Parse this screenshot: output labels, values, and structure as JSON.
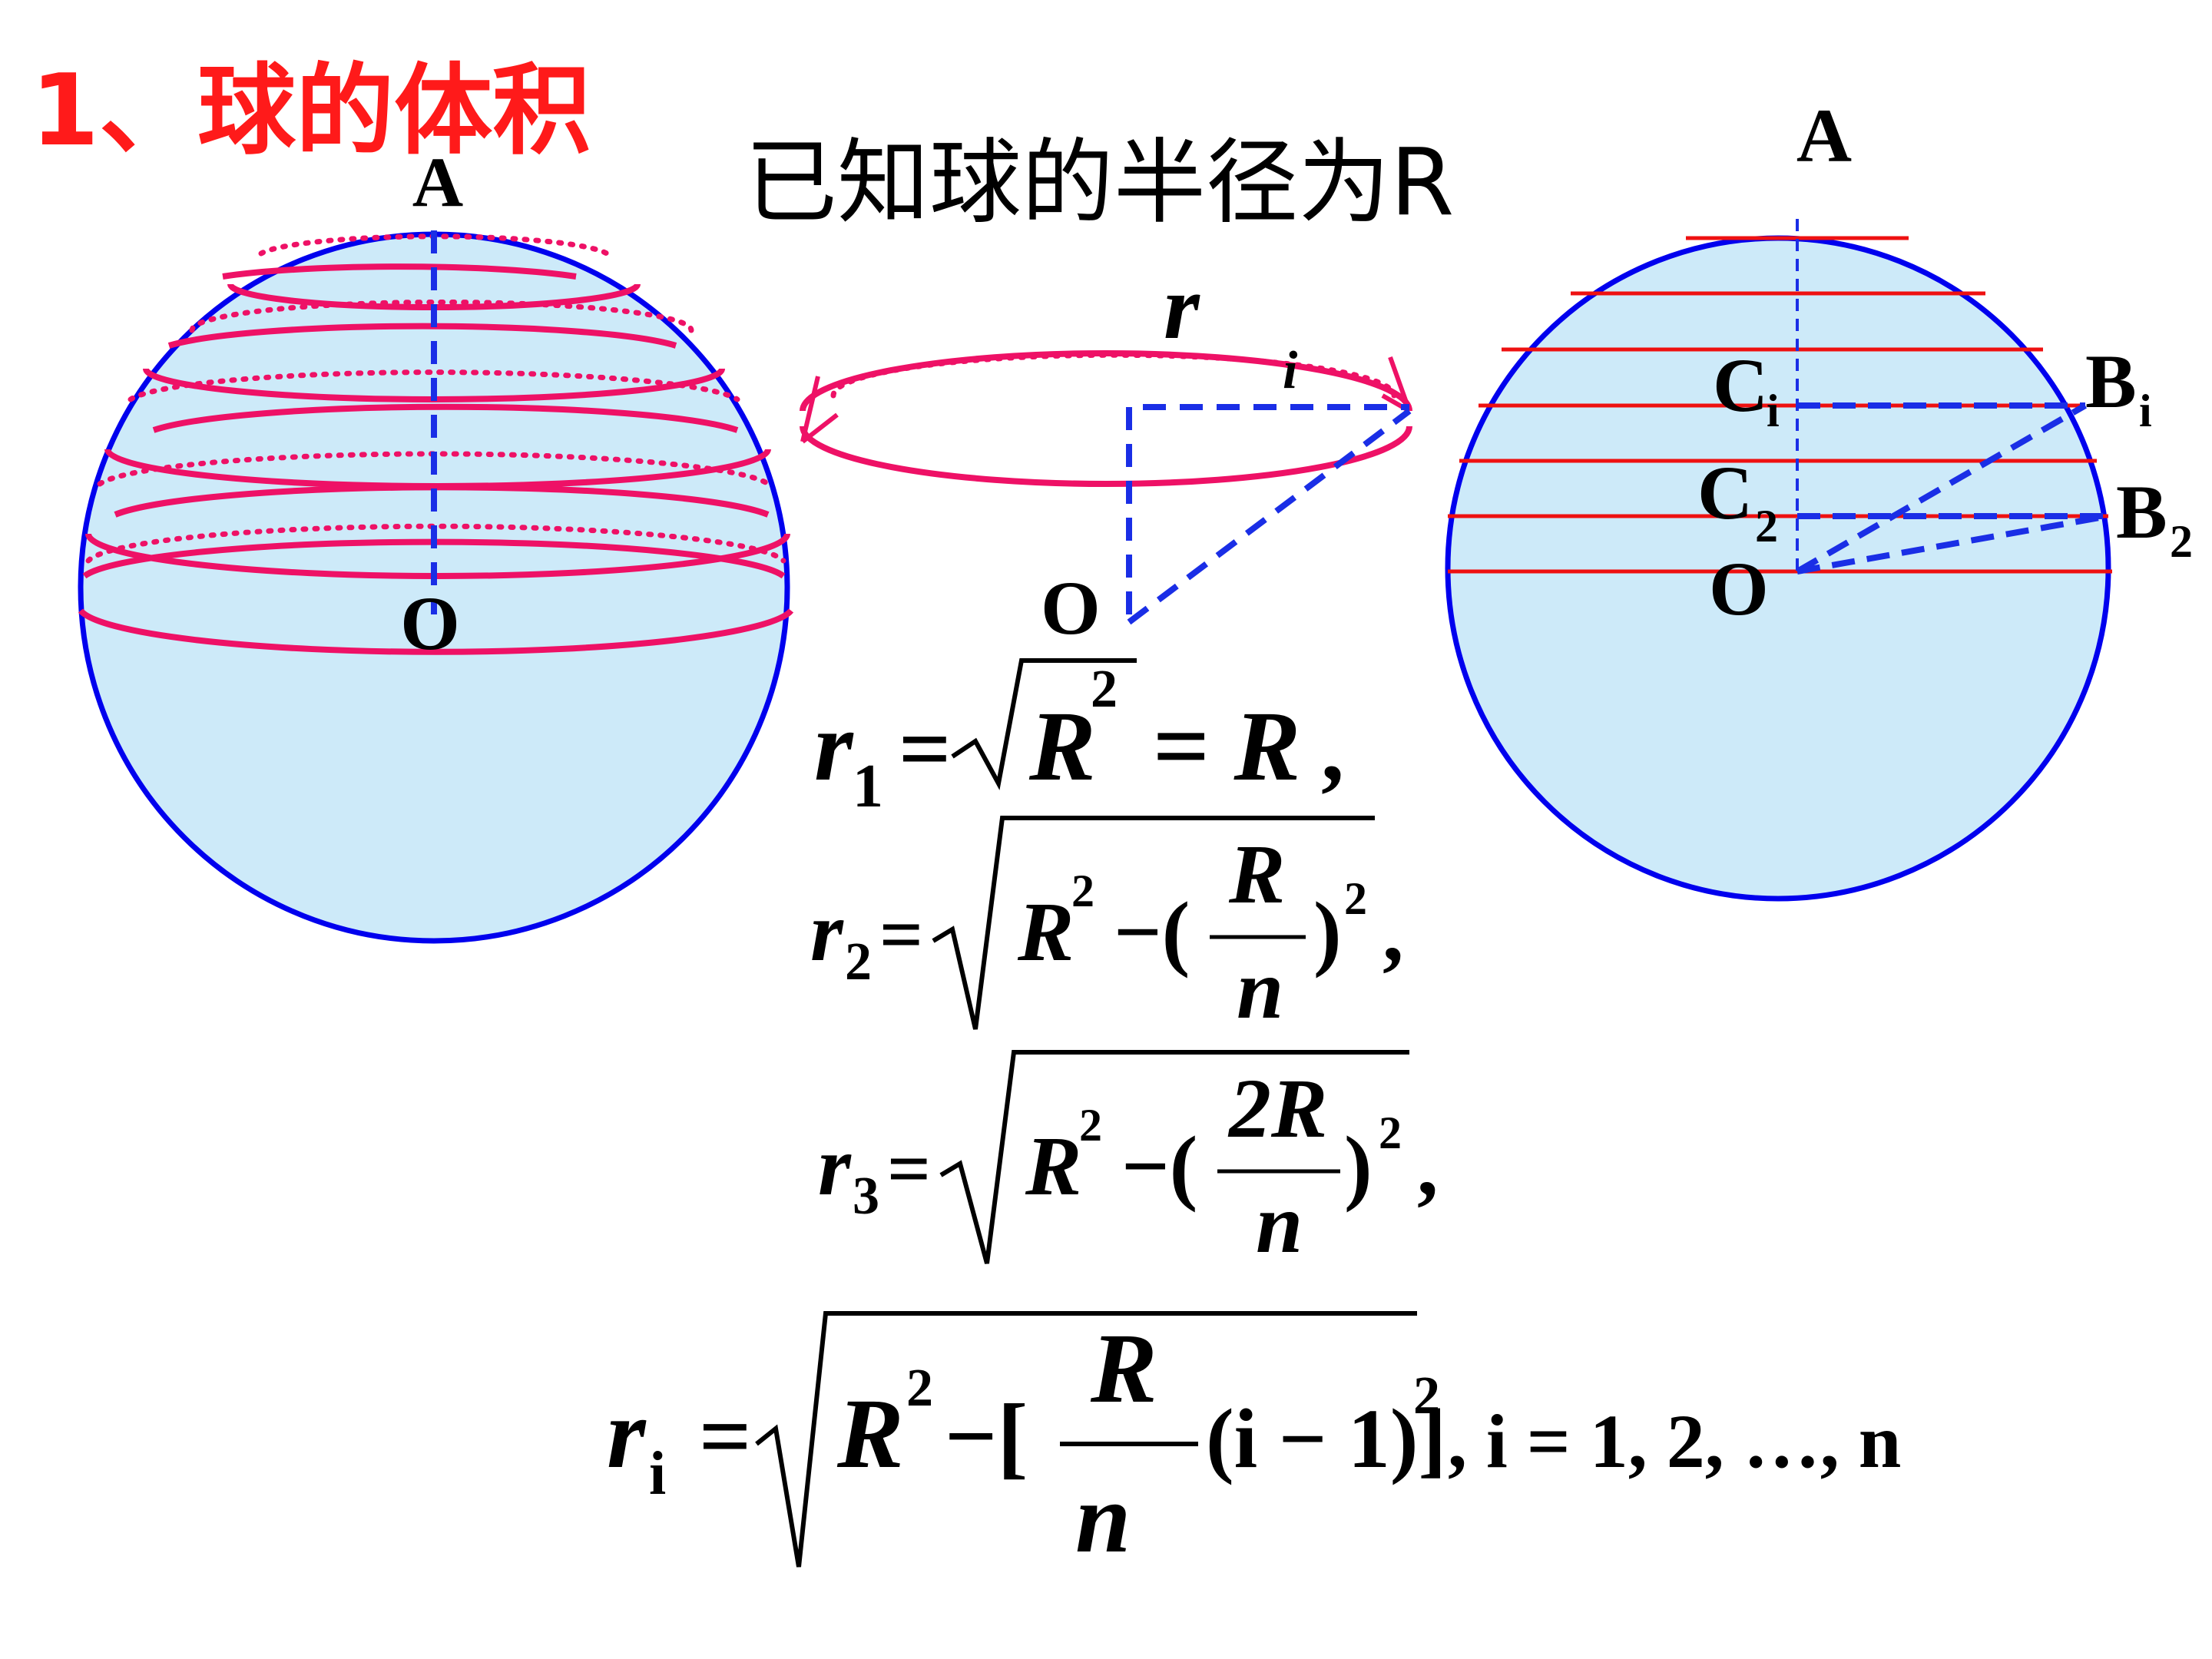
{
  "slide": {
    "title": "1、球的体积",
    "subtitle": "已知球的半径为R"
  },
  "left_sphere": {
    "label_top": "A",
    "label_center": "O"
  },
  "middle_ring": {
    "label_radius": "r",
    "label_radius_sub": "i",
    "label_center": "O"
  },
  "right_sphere": {
    "label_top": "A",
    "label_c1": "C",
    "label_c1_sub": "i",
    "label_c2": "C",
    "label_c2_sub": "2",
    "label_b1": "B",
    "label_b1_sub": "i",
    "label_b2": "B",
    "label_b2_sub": "2",
    "label_center": "O"
  },
  "formulas": {
    "f1": {
      "lhs": "r",
      "sub": "1",
      "eq": "=",
      "rad": "R",
      "exp": "2",
      "rhs": "= R",
      "tail": ","
    },
    "f2": {
      "lhs": "r",
      "sub": "2",
      "eq": "=",
      "rad": "R",
      "exp": "2",
      "minus": "−(",
      "num": "R",
      "den": "n",
      "close": ")",
      "exp2": "2",
      "tail": ","
    },
    "f3": {
      "lhs": "r",
      "sub": "3",
      "eq": "=",
      "rad": "R",
      "exp": "2",
      "minus": "−(",
      "num": "2R",
      "den": "n",
      "close": ")",
      "exp2": "2",
      "tail": ","
    },
    "f4": {
      "lhs": "r",
      "sub": "i",
      "eq": "=",
      "rad": "R",
      "exp": "2",
      "minus": "−[",
      "num": "R",
      "den": "n",
      "mid": "(i − 1)]",
      "exp2": "2",
      "tail": ", i = 1, 2, …, n"
    }
  },
  "colors": {
    "sphere_fill": "#cdeaf9",
    "sphere_stroke": "#0000ee",
    "ring": "#ee1166",
    "chord": "#ee1111",
    "dash": "#1a2ee6",
    "title": "#ff1a1a"
  }
}
